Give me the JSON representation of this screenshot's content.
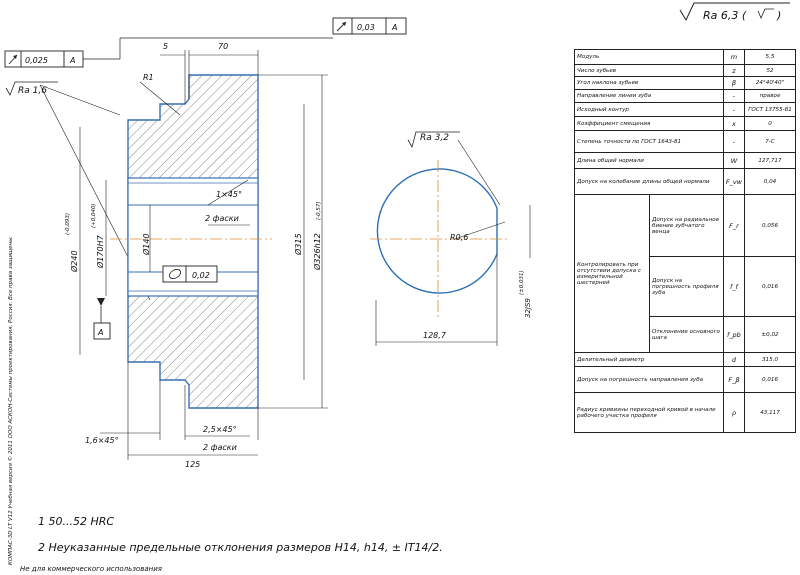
{
  "roughness_main": {
    "label": "Ra 6,3 (",
    "tail": ")"
  },
  "roughness_left": "Ra 1,6",
  "roughness_key": "Ra 3,2",
  "frames": {
    "runout_left": {
      "tol": "0,025",
      "datum": "A"
    },
    "runout_top": {
      "tol": "0,03",
      "datum": "A"
    },
    "flatness": {
      "tol": "0,02"
    }
  },
  "datum_label": "A",
  "dims": {
    "d5": "5",
    "d70": "70",
    "r1": "R1",
    "chamfer1": "1×45°",
    "chamfer1_note": "2 фаски",
    "d140": "Ø140",
    "d170": "Ø170H7",
    "d170_tol": "(+0,040)",
    "d240": "Ø240",
    "d240_tol": "(-0,093)",
    "d315": "Ø315",
    "d326": "Ø326h12",
    "d326_tol": "(-0,57)",
    "chamfer2": "2,5×45°",
    "chamfer2_note": "2 фаски",
    "chamfer3": "1,6×45°",
    "d125": "125",
    "key_r": "R0,6",
    "key_depth": "128,7",
    "key_width": "32JS9",
    "key_width_tol": "(±0,031)"
  },
  "params_table": [
    {
      "name": "Модуль",
      "sym": "m",
      "val": "5,5"
    },
    {
      "name": "Число зубьев",
      "sym": "z",
      "val": "52"
    },
    {
      "name": "Угол наклона зубьев",
      "sym": "β",
      "val": "24°40'40\""
    },
    {
      "name": "Направление линии зуба",
      "sym": "-",
      "val": "правое"
    },
    {
      "name": "Исходный контур",
      "sym": "-",
      "val": "ГОСТ 13755-81"
    },
    {
      "name": "Коэффициент смещения",
      "sym": "x",
      "val": "0"
    },
    {
      "name": "Степень точности по ГОСТ 1643-81",
      "sym": "-",
      "val": "7-С"
    },
    {
      "name": "Длина общей нормали",
      "sym": "W",
      "val": "127,717"
    },
    {
      "name": "Допуск на колебание длины общей нормали",
      "sym": "F_vw",
      "val": "0,04"
    },
    {
      "group": "Контролировать при отсутствии допуска с измерительной шестерней",
      "name": "Допуск на радиальное биение зубчатого венца",
      "sym": "F_r",
      "val": "0,056"
    },
    {
      "name": "Допуск на погрешность профиля зуба",
      "sym": "f_f",
      "val": "0,016"
    },
    {
      "name": "Отклонение основного шага",
      "sym": "f_pb",
      "val": "±0,02"
    },
    {
      "name": "Делительный диаметр",
      "sym": "d",
      "val": "315,0"
    },
    {
      "name": "Допуск на погрешность направления зуба",
      "sym": "F_β",
      "val": "0,016"
    },
    {
      "name": "Радиус кривизны переходной кривой в начале рабочего участка профиля",
      "sym": "ρ",
      "val": "43,117"
    }
  ],
  "notes": [
    "1 50...52 HRC",
    "2 Неуказанные предельные отклонения размеров H14, h14, ± IT14/2."
  ],
  "side_note": "КОМПАС-3D LT V12 Учебная версия © 2011 ООО АСКОН-Системы проектирования, Россия. Все права защищены.",
  "footer": "Не для коммерческого использования"
}
